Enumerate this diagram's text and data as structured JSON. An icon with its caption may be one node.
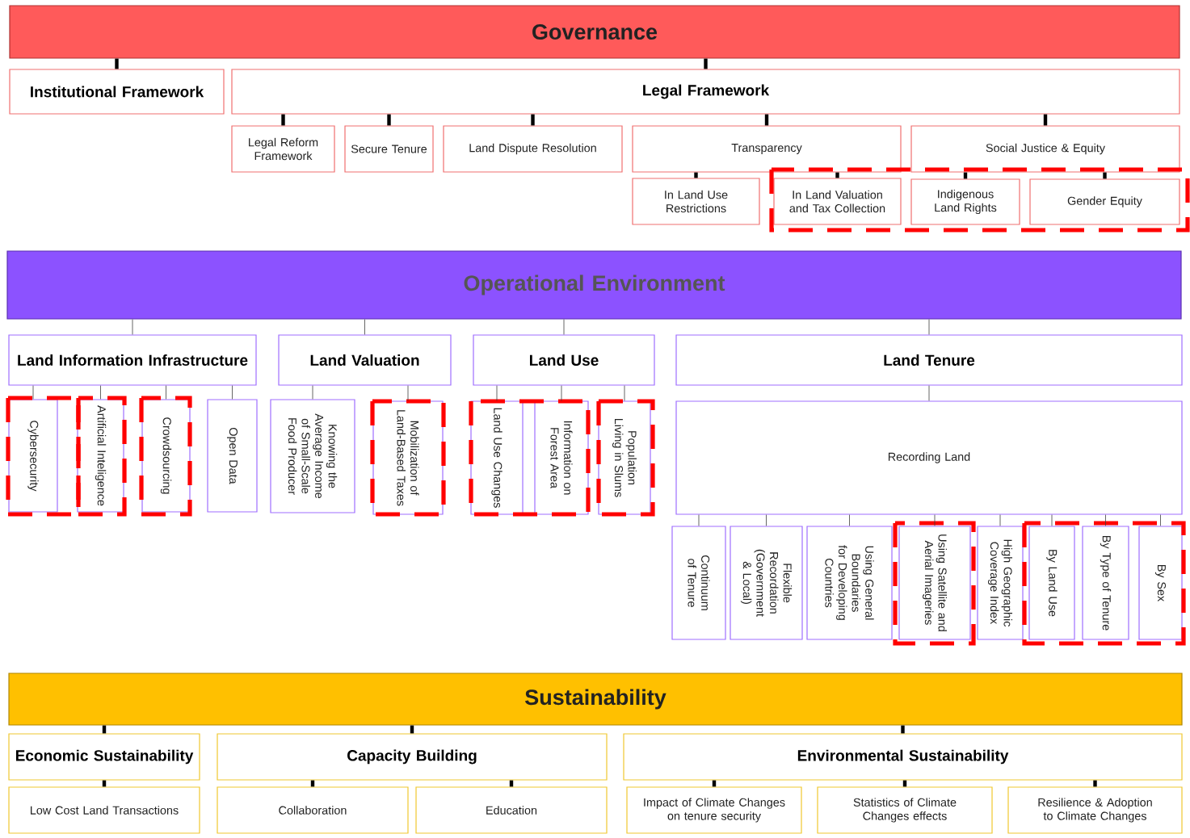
{
  "diagram": {
    "nodes": [
      {
        "text": [
          "Governance"
        ]
      },
      {
        "text": [
          "Institutional Framework"
        ]
      },
      {
        "text": [
          "Legal Framework"
        ]
      },
      {
        "text": [
          "Legal Reform Framework"
        ]
      },
      {
        "text": [
          "Secure Tenure"
        ]
      },
      {
        "text": [
          "Land Dispute Resolution"
        ]
      },
      {
        "text": [
          "Transparency"
        ]
      },
      {
        "text": [
          "Social Justice & Equity"
        ]
      },
      {
        "text": [
          "In Land Use Restrictions"
        ]
      },
      {
        "text": [
          "In Land Valuation and Tax Collection"
        ]
      },
      {
        "text": [
          "Indigenous Land Rights"
        ]
      },
      {
        "text": [
          "Gender Equity"
        ]
      },
      {
        "text": [
          "Operational Environment"
        ]
      },
      {
        "text": [
          "Land Information Infrastructure"
        ]
      },
      {
        "text": [
          "Land Valuation"
        ]
      },
      {
        "text": [
          "Land Use"
        ]
      },
      {
        "text": [
          "Land Tenure"
        ]
      },
      {
        "text": [
          "Cybersecurity"
        ]
      },
      {
        "text": [
          "Artificial Inteligence"
        ]
      },
      {
        "text": [
          "Crowdsourcing"
        ]
      },
      {
        "text": [
          "Open Data"
        ]
      },
      {
        "text": [
          "Knowing the Average Income of Small-Scale Food Producer"
        ]
      },
      {
        "text": [
          "Mobilization of Land-Based Taxes"
        ]
      },
      {
        "text": [
          "Land Use Changes"
        ]
      },
      {
        "text": [
          "Information on Forest Area"
        ]
      },
      {
        "text": [
          "Population Living in Slums"
        ]
      },
      {
        "text": [
          "Recording Land"
        ]
      },
      {
        "text": [
          "Continuum of Tenure"
        ]
      },
      {
        "text": [
          "Flexible Recordation (Government & Local)"
        ]
      },
      {
        "text": [
          "Using General Boundaries for Developing Countries"
        ]
      },
      {
        "text": [
          "Using Satellite and Aerial Imageries"
        ]
      },
      {
        "text": [
          "High Geographic Coverage Index"
        ]
      },
      {
        "text": [
          "By Land Use"
        ]
      },
      {
        "text": [
          "By Type of Tenure"
        ]
      },
      {
        "text": [
          "By Sex"
        ]
      },
      {
        "text": [
          "Sustainability"
        ]
      },
      {
        "text": [
          "Economic Sustainability"
        ]
      },
      {
        "text": [
          "Capacity Building"
        ]
      },
      {
        "text": [
          "Environmental Sustainability"
        ]
      },
      {
        "text": [
          "Low Cost Land Transactions"
        ]
      },
      {
        "text": [
          "Collaboration"
        ]
      },
      {
        "text": [
          "Education"
        ]
      },
      {
        "text": [
          "Impact of Climate Changes on tenure security"
        ]
      },
      {
        "text": [
          "Statistics of Climate Changes effects"
        ]
      },
      {
        "text": [
          "Resilience & Adoption to Climate Changes"
        ]
      }
    ],
    "edges": [
      {
        "from": 0,
        "to": 1,
        "arrow": "none",
        "style": "thick"
      },
      {
        "from": 0,
        "to": 2,
        "arrow": "none",
        "style": "thick"
      },
      {
        "from": 2,
        "to": 3,
        "arrow": "none",
        "style": "thick"
      },
      {
        "from": 2,
        "to": 4,
        "arrow": "none",
        "style": "thick"
      },
      {
        "from": 2,
        "to": 5,
        "arrow": "none",
        "style": "thick"
      },
      {
        "from": 2,
        "to": 6,
        "arrow": "none",
        "style": "thick"
      },
      {
        "from": 2,
        "to": 7,
        "arrow": "none",
        "style": "thick"
      },
      {
        "from": 6,
        "to": 8,
        "arrow": "none",
        "style": "thick"
      },
      {
        "from": 6,
        "to": 9,
        "arrow": "none",
        "style": "thick"
      },
      {
        "from": 7,
        "to": 10,
        "arrow": "none",
        "style": "thick"
      },
      {
        "from": 7,
        "to": 11,
        "arrow": "none",
        "style": "thick"
      },
      {
        "from": 12,
        "to": 13,
        "arrow": "none"
      },
      {
        "from": 12,
        "to": 14,
        "arrow": "none"
      },
      {
        "from": 12,
        "to": 15,
        "arrow": "none"
      },
      {
        "from": 12,
        "to": 16,
        "arrow": "none"
      },
      {
        "from": 13,
        "to": 17,
        "arrow": "none"
      },
      {
        "from": 13,
        "to": 18,
        "arrow": "none"
      },
      {
        "from": 13,
        "to": 19,
        "arrow": "none"
      },
      {
        "from": 13,
        "to": 20,
        "arrow": "none"
      },
      {
        "from": 14,
        "to": 21,
        "arrow": "none"
      },
      {
        "from": 14,
        "to": 22,
        "arrow": "none"
      },
      {
        "from": 15,
        "to": 23,
        "arrow": "none"
      },
      {
        "from": 15,
        "to": 24,
        "arrow": "none"
      },
      {
        "from": 15,
        "to": 25,
        "arrow": "none"
      },
      {
        "from": 16,
        "to": 26,
        "arrow": "none"
      },
      {
        "from": 26,
        "to": 27,
        "arrow": "none"
      },
      {
        "from": 26,
        "to": 28,
        "arrow": "none"
      },
      {
        "from": 26,
        "to": 29,
        "arrow": "none"
      },
      {
        "from": 26,
        "to": 30,
        "arrow": "none"
      },
      {
        "from": 26,
        "to": 31,
        "arrow": "none"
      },
      {
        "from": 26,
        "to": 32,
        "arrow": "none"
      },
      {
        "from": 26,
        "to": 33,
        "arrow": "none"
      },
      {
        "from": 26,
        "to": 34,
        "arrow": "none"
      },
      {
        "from": 35,
        "to": 36,
        "arrow": "none",
        "style": "thick"
      },
      {
        "from": 35,
        "to": 37,
        "arrow": "none",
        "style": "thick"
      },
      {
        "from": 35,
        "to": 38,
        "arrow": "none",
        "style": "thick"
      },
      {
        "from": 36,
        "to": 39,
        "arrow": "none",
        "style": "thick"
      },
      {
        "from": 37,
        "to": 40,
        "arrow": "none",
        "style": "thick"
      },
      {
        "from": 37,
        "to": 41,
        "arrow": "none",
        "style": "thick"
      },
      {
        "from": 38,
        "to": 42,
        "arrow": "none",
        "style": "thick"
      },
      {
        "from": 38,
        "to": 43,
        "arrow": "none",
        "style": "thick"
      },
      {
        "from": 38,
        "to": 44,
        "arrow": "none",
        "style": "thick"
      }
    ]
  }
}
